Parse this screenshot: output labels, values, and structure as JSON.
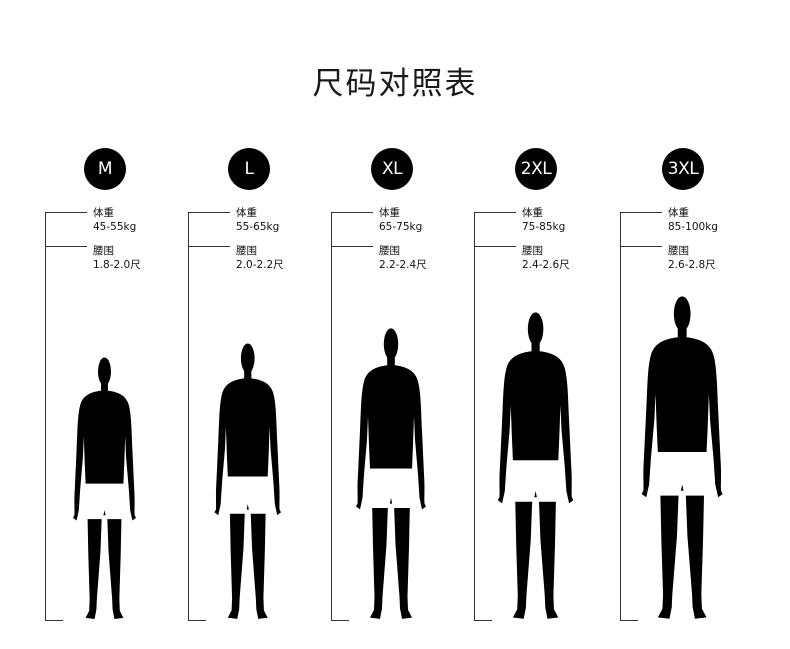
{
  "title": "尺码对照表",
  "sizes": [
    {
      "label": "M",
      "weight_label": "体重",
      "weight": "45-55kg",
      "waist_label": "腰围",
      "waist": "1.8-2.0尺"
    },
    {
      "label": "L",
      "weight_label": "体重",
      "weight": "55-65kg",
      "waist_label": "腰围",
      "waist": "2.0-2.2尺"
    },
    {
      "label": "XL",
      "weight_label": "体重",
      "weight": "65-75kg",
      "waist_label": "腰围",
      "waist": "2.2-2.4尺"
    },
    {
      "label": "2XL",
      "weight_label": "体重",
      "weight": "75-85kg",
      "waist_label": "腰围",
      "waist": "2.4-2.6尺"
    },
    {
      "label": "3XL",
      "weight_label": "体重",
      "weight": "85-100kg",
      "waist_label": "腰围",
      "waist": "2.6-2.8尺"
    }
  ],
  "colors": {
    "figure": "#000000",
    "shorts": "#ffffff",
    "badge": "#000000",
    "line": "#333333"
  }
}
